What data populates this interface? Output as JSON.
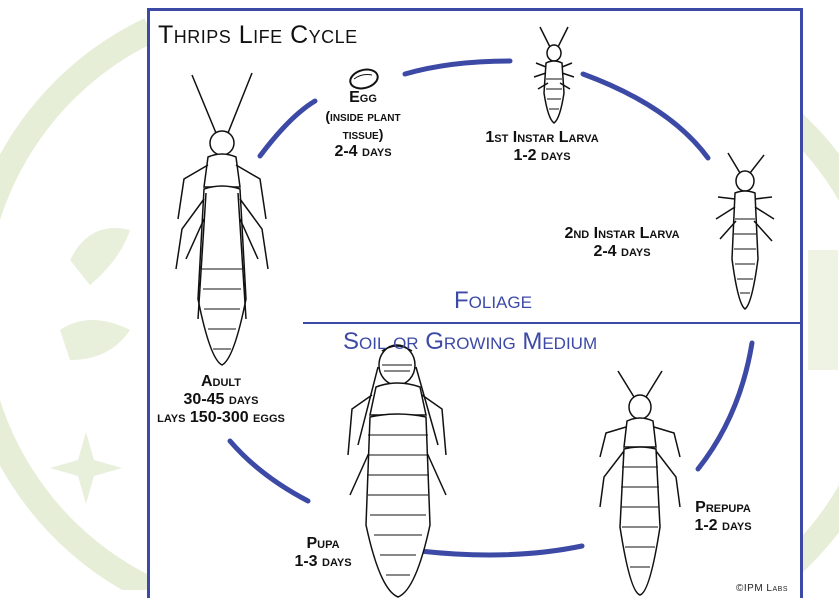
{
  "title": "Thrips Life Cycle",
  "zones": {
    "above": "Foliage",
    "below": "Soil or Growing Medium"
  },
  "stages": {
    "egg": {
      "name": "Egg",
      "note1": "(inside plant",
      "note2": "tissue)",
      "duration": "2-4 days"
    },
    "instar1": {
      "name": "1st Instar Larva",
      "duration": "1-2 days"
    },
    "instar2": {
      "name": "2nd Instar Larva",
      "duration": "2-4 days"
    },
    "prepupa": {
      "name": "Prepupa",
      "duration": "1-2 days"
    },
    "pupa": {
      "name": "Pupa",
      "duration": "1-3 days"
    },
    "adult": {
      "name": "Adult",
      "duration": "30-45 days",
      "note": "lays 150-300 eggs"
    }
  },
  "credit": "©IPM Labs",
  "colors": {
    "accent": "#3c4aa6",
    "ink": "#111111",
    "watermark": "#e9f0dd"
  }
}
